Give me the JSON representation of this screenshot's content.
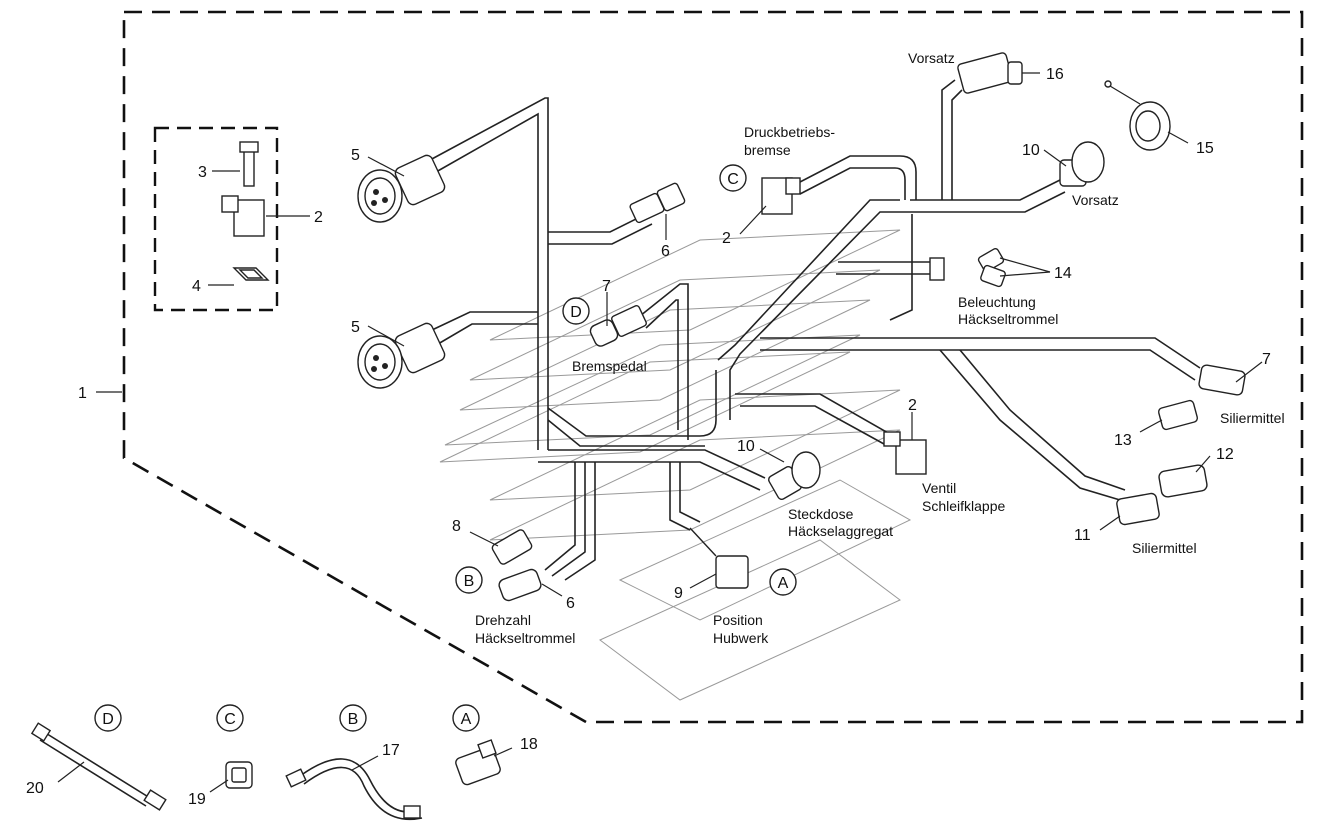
{
  "callouts": {
    "n1": "1",
    "n2a": "2",
    "n2b": "2",
    "n2c": "2",
    "n3": "3",
    "n4": "4",
    "n5a": "5",
    "n5b": "5",
    "n6a": "6",
    "n6b": "6",
    "n7a": "7",
    "n7b": "7",
    "n8": "8",
    "n9": "9",
    "n10a": "10",
    "n10b": "10",
    "n11": "11",
    "n12": "12",
    "n13": "13",
    "n14": "14",
    "n15": "15",
    "n16": "16",
    "n17": "17",
    "n18": "18",
    "n19": "19",
    "n20": "20"
  },
  "letters": {
    "A1": "A",
    "B1": "B",
    "C1": "C",
    "D1": "D",
    "A2": "A",
    "B2": "B",
    "C2": "C",
    "D2": "D"
  },
  "labels": {
    "vorsatz_top": "Vorsatz",
    "vorsatz_right": "Vorsatz",
    "druck_1": "Druckbetriebs-",
    "druck_2": "bremse",
    "bremspedal": "Bremspedal",
    "beleuchtung_1": "Beleuchtung",
    "beleuchtung_2": "Häcks­eltrommel",
    "siliermittel_1": "Siliermittel",
    "siliermittel_2": "Siliermittel",
    "ventil_1": "Ventil",
    "ventil_2": "Schleifklappe",
    "steckdose_1": "Steckdose",
    "steckdose_2": "Häckselaggregat",
    "drehzahl_1": "Drehzahl",
    "drehzahl_2": "Häckseltrommel",
    "position_1": "Position",
    "position_2": "Hubwerk"
  }
}
